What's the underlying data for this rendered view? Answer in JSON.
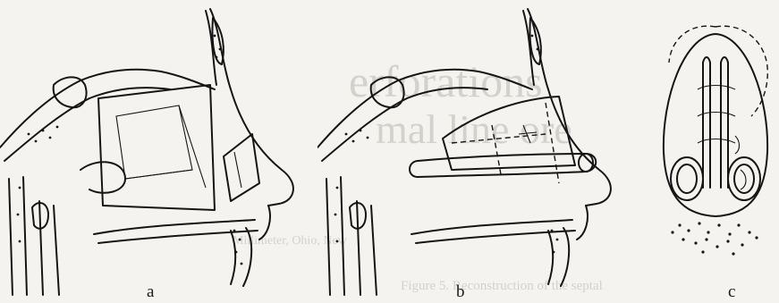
{
  "figure": {
    "panels": [
      {
        "id": "a",
        "label": "a"
      },
      {
        "id": "b",
        "label": "b"
      },
      {
        "id": "c",
        "label": "c"
      }
    ]
  },
  "bleed_through": {
    "line1": "erforations",
    "line2": "mal line ore",
    "caption_line1": "Figure 5.  Reconstruction of the septal",
    "credit": "Millimeter, Ohio, New"
  }
}
